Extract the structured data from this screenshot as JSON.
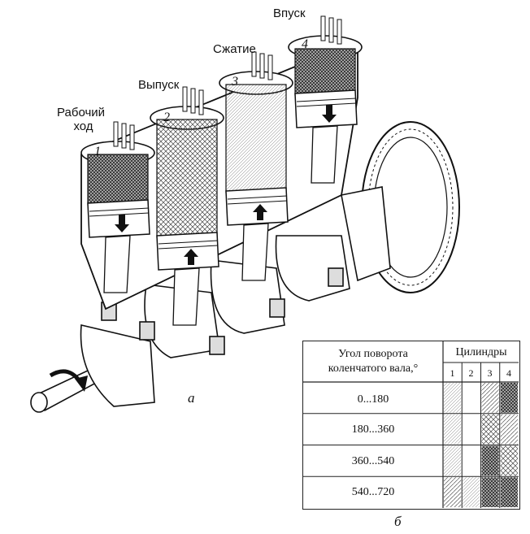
{
  "figure": {
    "stroke_labels": {
      "power": "Рабочий ход",
      "power_line1": "Рабочий",
      "power_line2": "ход",
      "exhaust": "Выпуск",
      "compression": "Сжатие",
      "intake": "Впуск"
    },
    "cylinder_numbers": [
      "1",
      "2",
      "3",
      "4"
    ],
    "caption_a": "а",
    "caption_b": "б"
  },
  "table": {
    "header_left_line1": "Угол поворота",
    "header_left_line2": "коленчатого вала,°",
    "header_right": "Цилиндры",
    "cylinders": [
      "1",
      "2",
      "3",
      "4"
    ],
    "rows": [
      "0...180",
      "180...360",
      "360...540",
      "540...720"
    ],
    "pattern_legend_note": ""
  },
  "colors": {
    "ink": "#111111",
    "hatch": "#555555",
    "paper": "#ffffff"
  }
}
